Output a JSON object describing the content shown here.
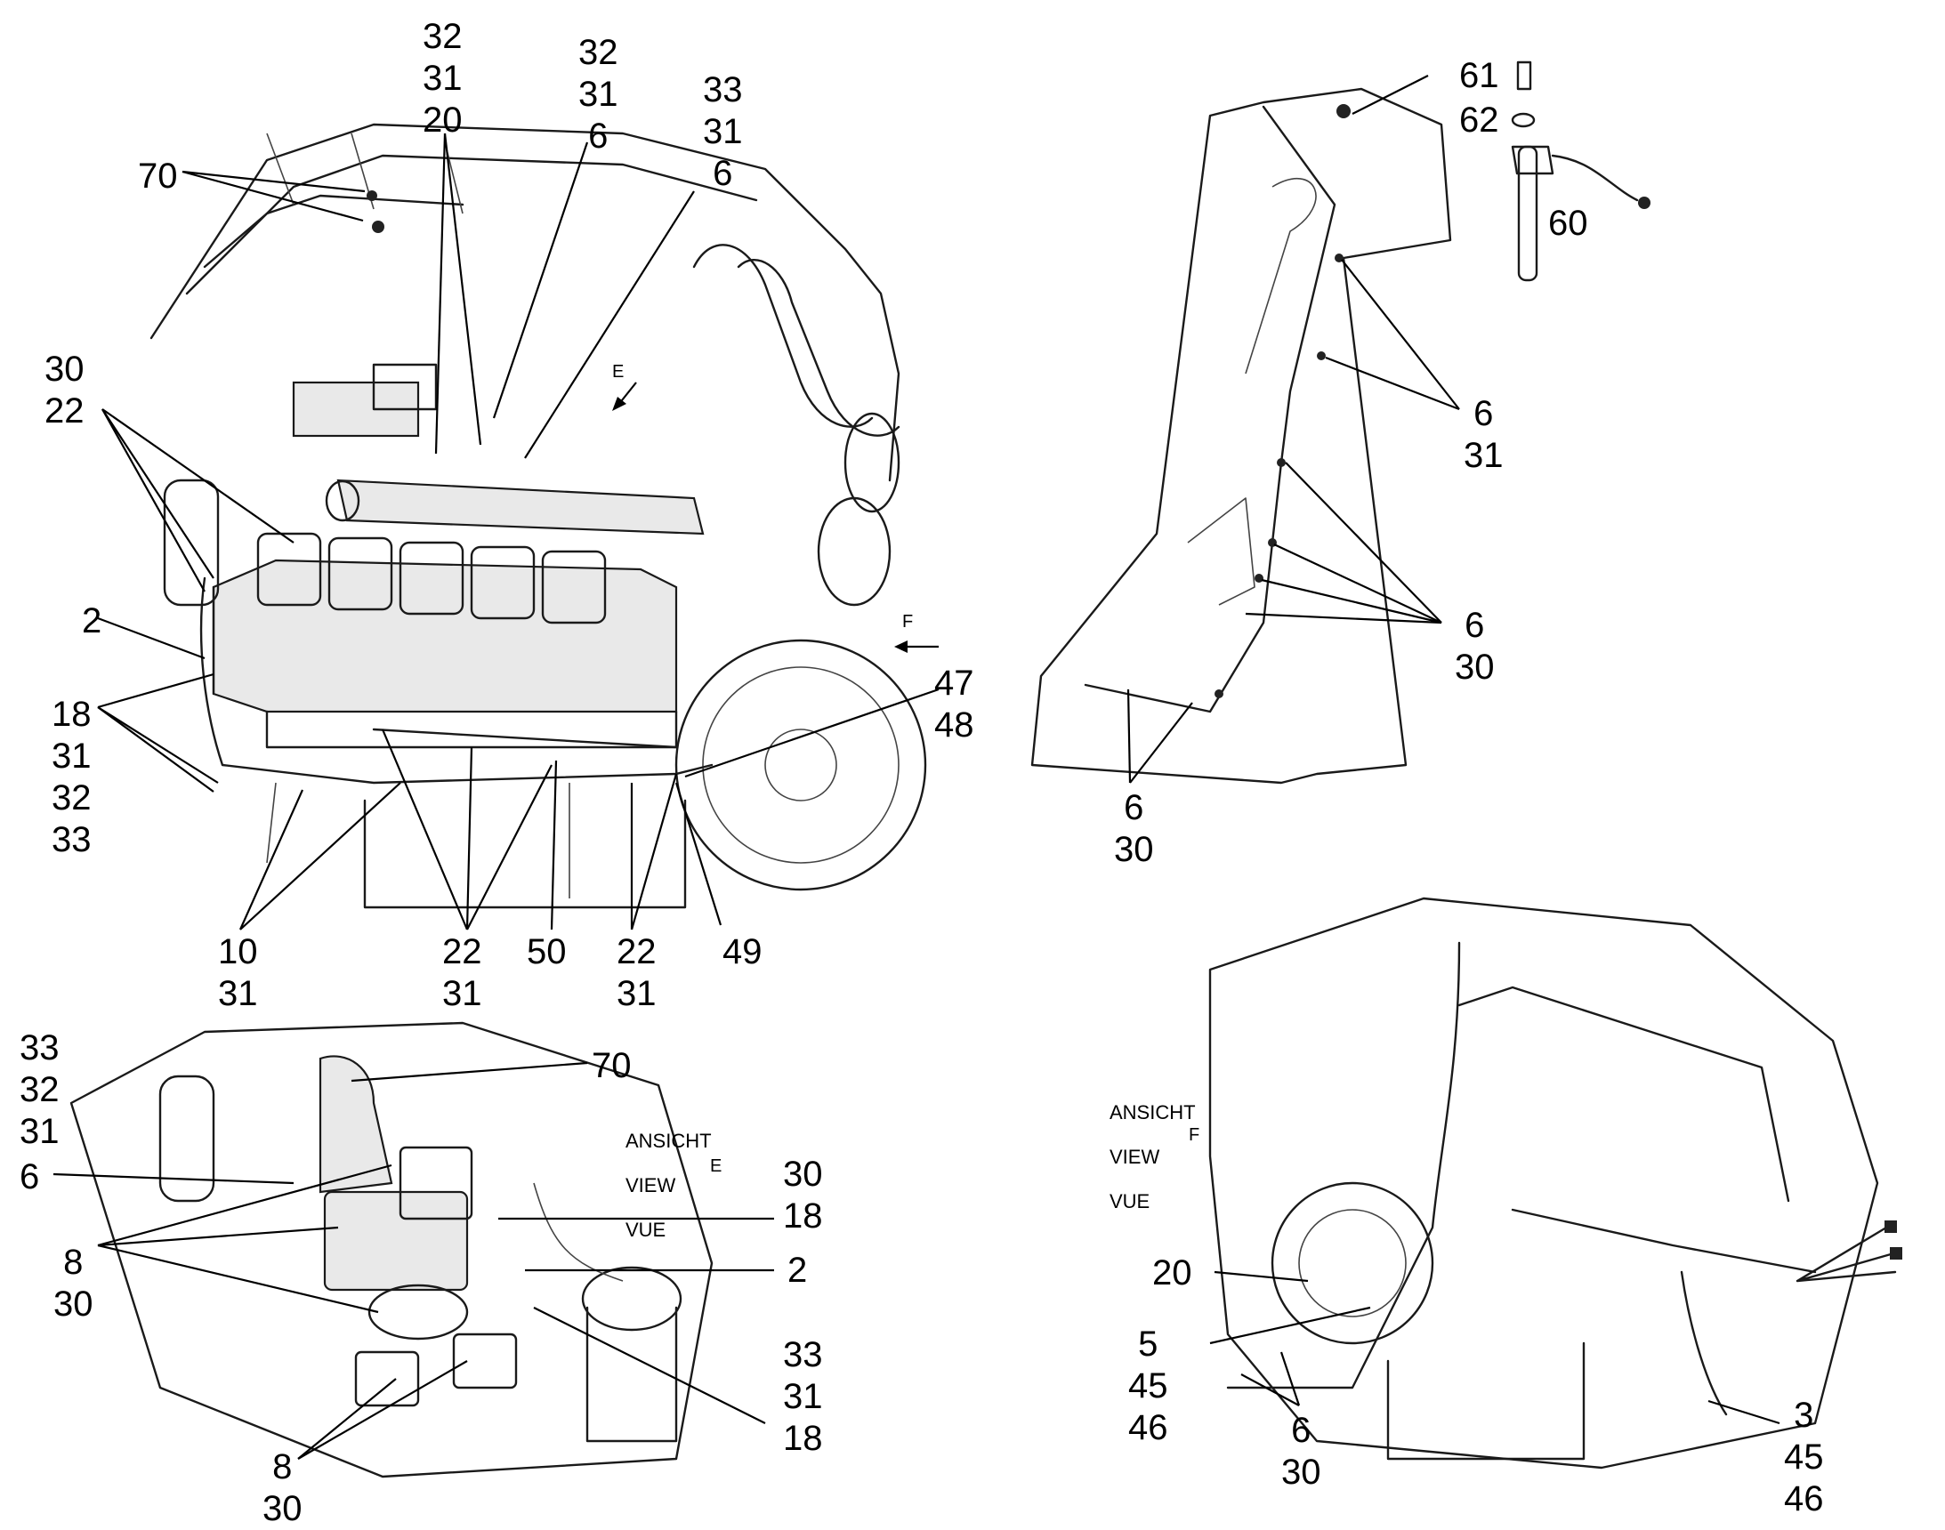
{
  "figure": {
    "views": [
      {
        "id": "E",
        "heading_lines": [
          "ANSICHT",
          "VIEW",
          "VUE"
        ],
        "letter": "E"
      },
      {
        "id": "F",
        "heading_lines": [
          "ANSICHT",
          "VIEW",
          "VUE"
        ],
        "letter": "F"
      }
    ],
    "direction_markers": {
      "e": "E",
      "f": "F"
    }
  },
  "callouts": {
    "main": [
      "32\n31\n20",
      "32\n31\n6",
      "33\n31\n6",
      "70",
      "30\n22",
      "2",
      "18\n31\n32\n33",
      "10\n31",
      "22\n31",
      "50",
      "22\n31",
      "49",
      "47\n48"
    ],
    "top_right": [
      "61",
      "62",
      "60",
      "6\n31",
      "6\n30",
      "6\n30"
    ],
    "bottom_left": [
      "33\n32\n31",
      "6",
      "8\n30",
      "8\n30",
      "70",
      "30\n18",
      "2",
      "33\n31\n18"
    ],
    "bottom_right": [
      "20",
      "5\n45\n46",
      "6\n30",
      "3\n45\n46"
    ]
  }
}
